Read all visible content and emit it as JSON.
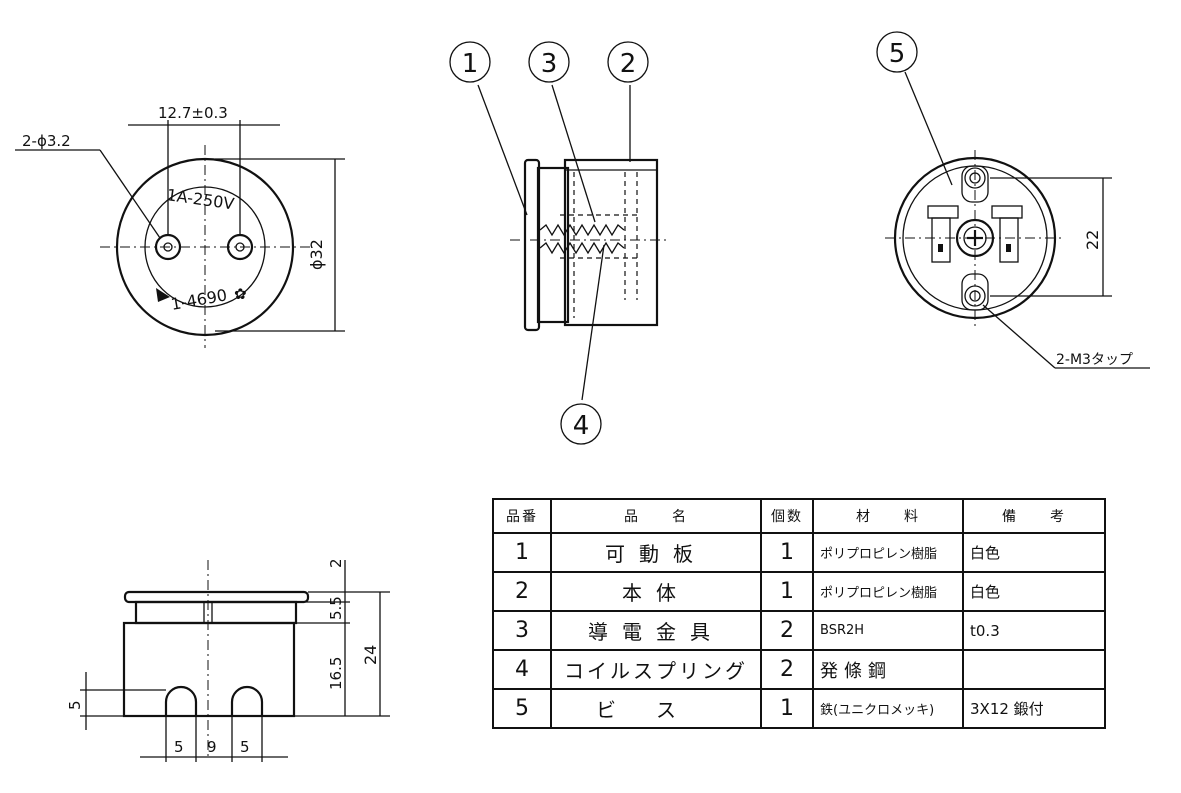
{
  "front_view": {
    "hole_callout": "2-ϕ3.2",
    "pitch_dim": "12.7±0.3",
    "diameter_dim": "ϕ32",
    "rating_mark": "1A-250V",
    "model_mark": "1-4690"
  },
  "side_view": {
    "balloons": [
      "1",
      "3",
      "2",
      "4"
    ]
  },
  "back_view": {
    "balloon": "5",
    "height_dim": "22",
    "tap_callout": "2-M3タップ"
  },
  "bottom_view": {
    "dims": {
      "top": "2",
      "upper": "5.5",
      "middle": "16.5",
      "total": "24",
      "slot": "5",
      "left": "5",
      "center": "9",
      "right": "5"
    }
  },
  "parts_table": {
    "headers": [
      "品番",
      "品　　名",
      "個数",
      "材　　料",
      "備　　考"
    ],
    "rows": [
      {
        "no": "1",
        "name": "可動板",
        "qty": "1",
        "material": "ポリプロピレン樹脂",
        "remarks": "白色"
      },
      {
        "no": "2",
        "name": "本体",
        "qty": "1",
        "material": "ポリプロピレン樹脂",
        "remarks": "白色"
      },
      {
        "no": "3",
        "name": "導電金具",
        "qty": "2",
        "material": "BSR2H",
        "remarks": "t0.3"
      },
      {
        "no": "4",
        "name": "コイルスプリング",
        "qty": "2",
        "material": "発條鋼",
        "remarks": ""
      },
      {
        "no": "5",
        "name": "ビス",
        "qty": "1",
        "material": "鉄(ユニクロメッキ)",
        "remarks": "3X12 鍛付"
      }
    ]
  }
}
